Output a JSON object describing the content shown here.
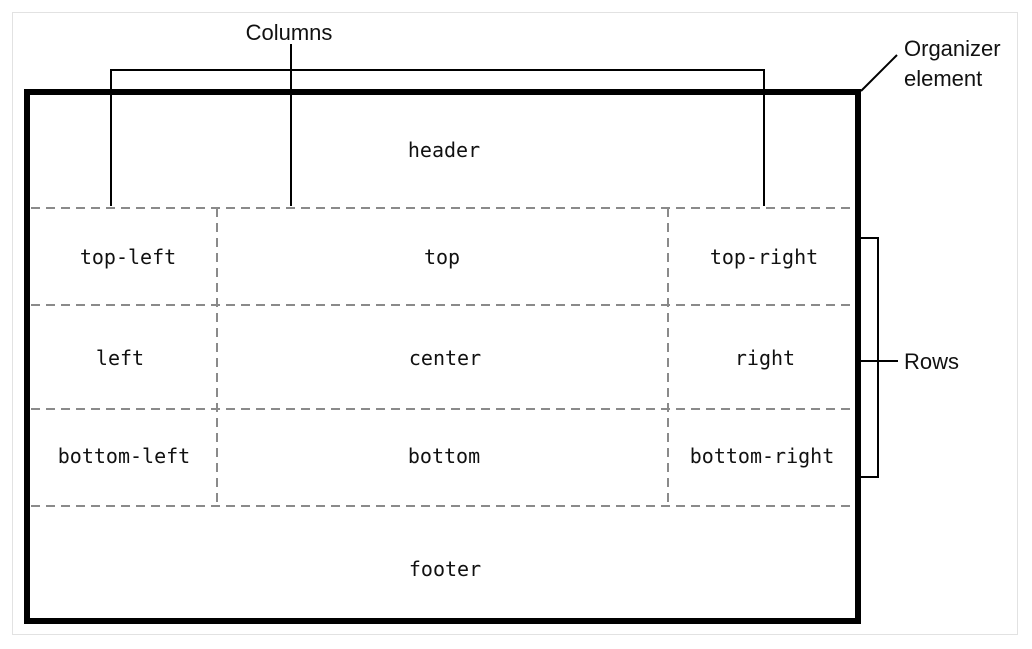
{
  "annotations": {
    "columns": "Columns",
    "organizer_line1": "Organizer",
    "organizer_line2": "element",
    "rows": "Rows"
  },
  "regions": {
    "header": "header",
    "top_left": "top-left",
    "top": "top",
    "top_right": "top-right",
    "left": "left",
    "center": "center",
    "right": "right",
    "bottom_left": "bottom-left",
    "bottom": "bottom",
    "bottom_right": "bottom-right",
    "footer": "footer"
  }
}
